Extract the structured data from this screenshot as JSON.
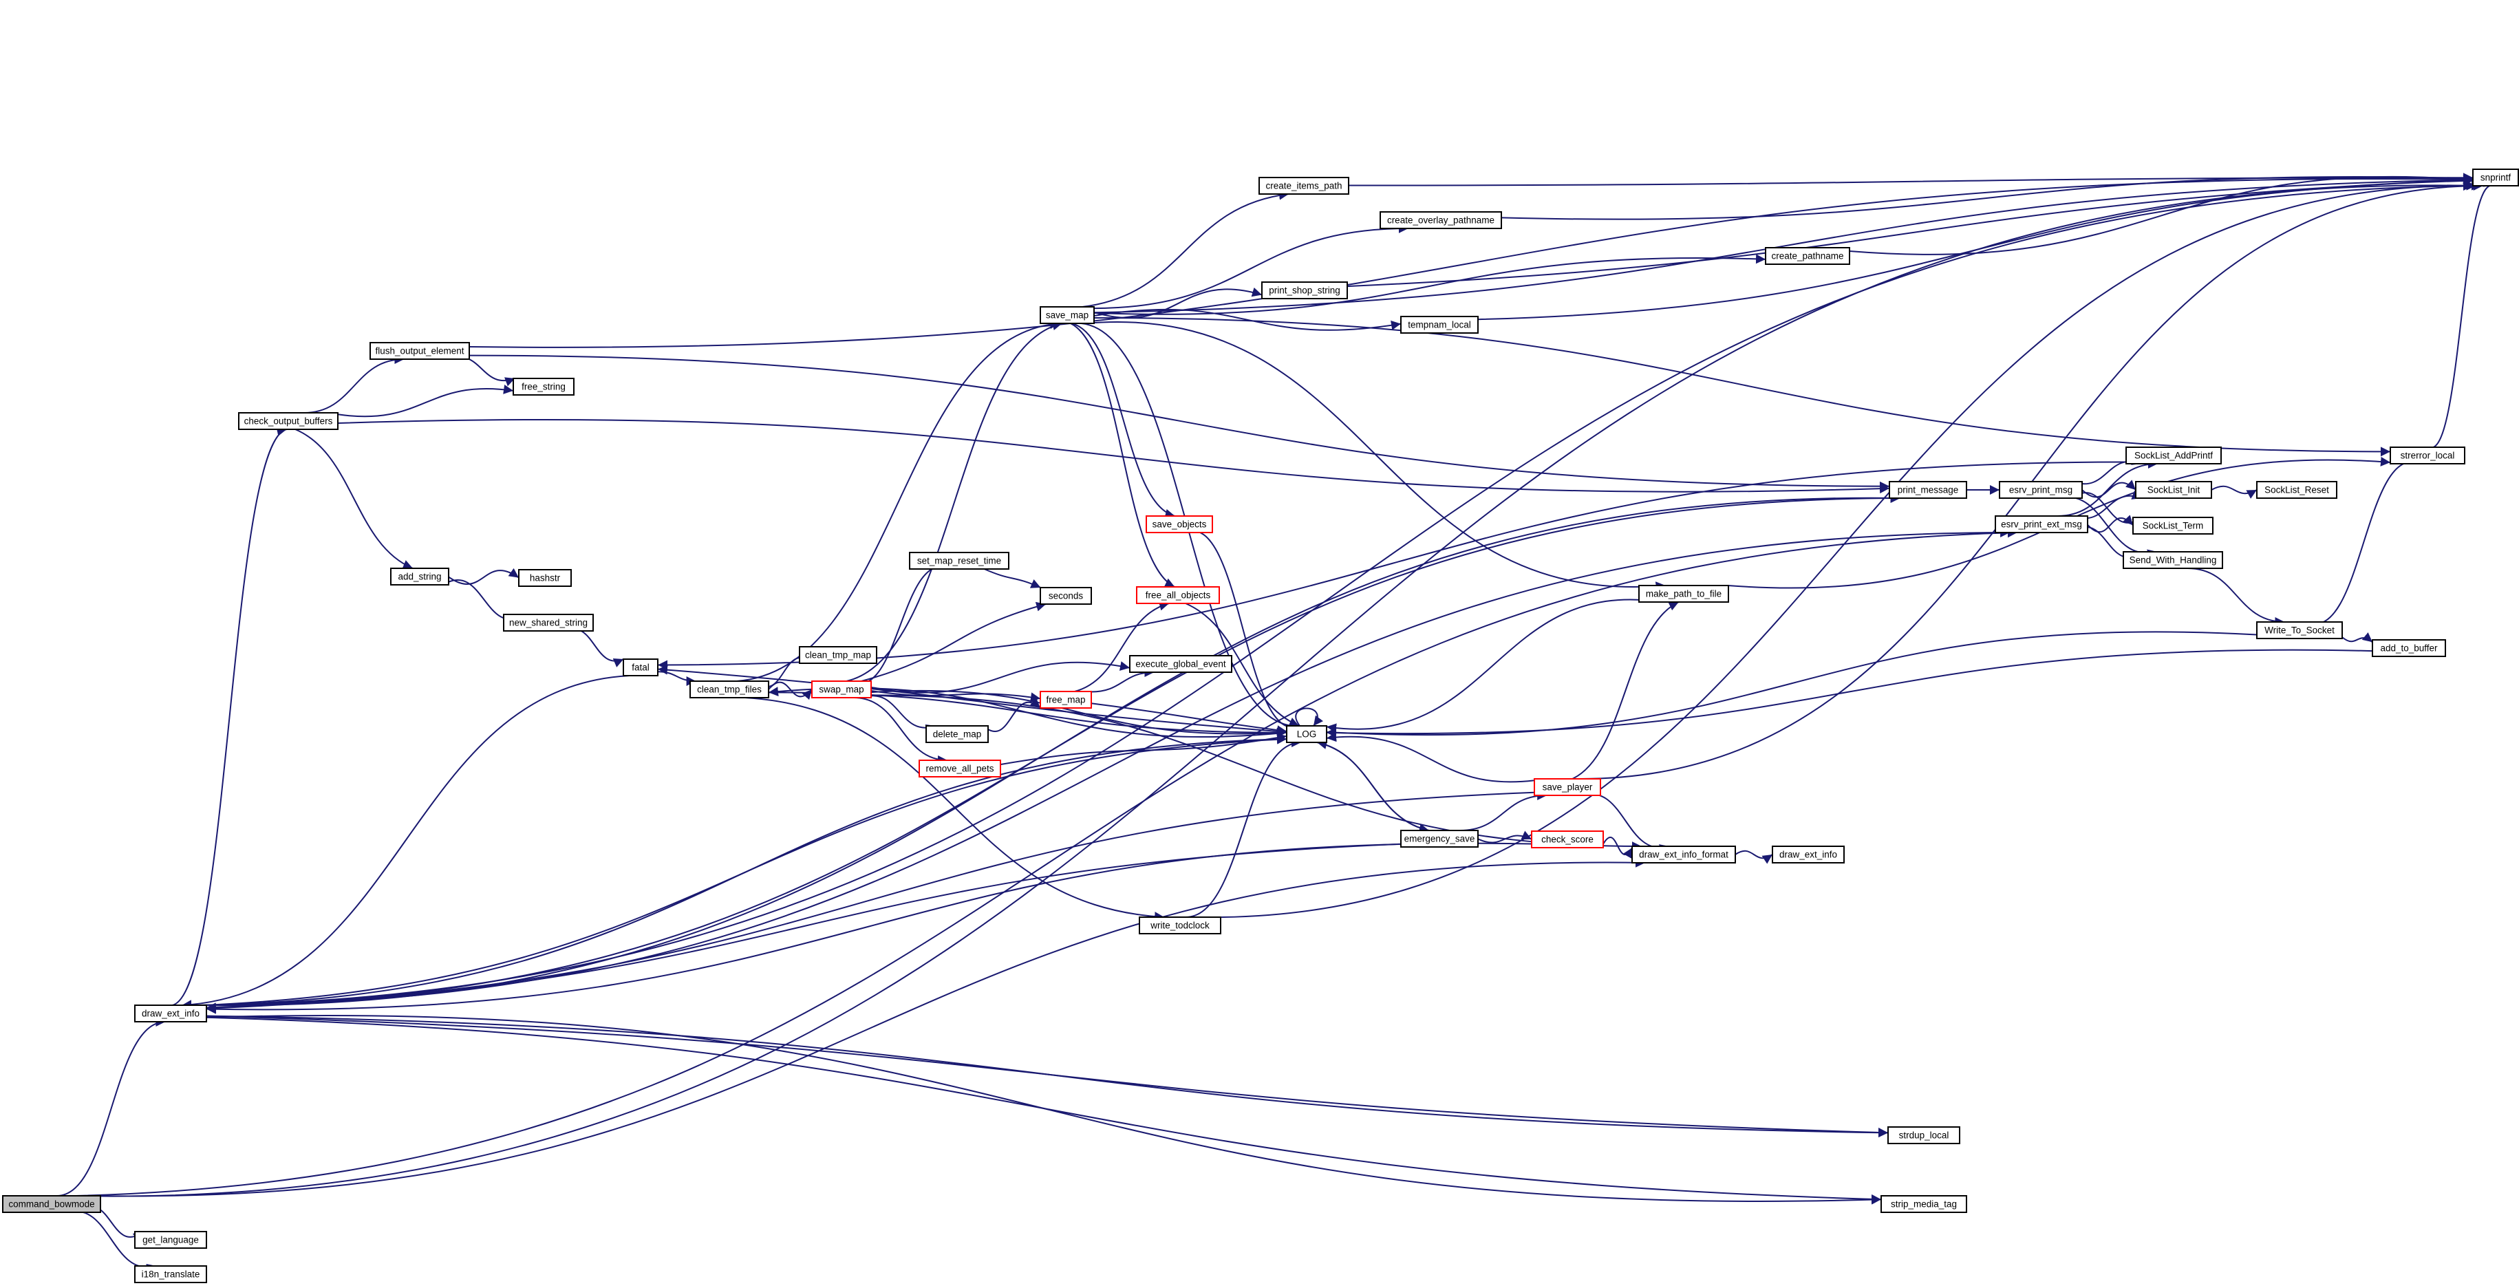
{
  "diagram": {
    "type": "call-graph",
    "colors": {
      "edge": "#191970",
      "node_border": "#000000",
      "node_fill": "#ffffff",
      "focus_fill": "#bfbfbf",
      "truncated_border": "#ff0000"
    },
    "nodes": [
      {
        "id": "command_bowmode",
        "label": "command_bowmode",
        "style": "focus"
      },
      {
        "id": "get_language",
        "label": "get_language"
      },
      {
        "id": "i18n_translate",
        "label": "i18n_translate"
      },
      {
        "id": "draw_ext_info",
        "label": "draw_ext_info"
      },
      {
        "id": "check_output_buffers",
        "label": "check_output_buffers"
      },
      {
        "id": "flush_output_element",
        "label": "flush_output_element"
      },
      {
        "id": "free_string",
        "label": "free_string"
      },
      {
        "id": "add_string",
        "label": "add_string"
      },
      {
        "id": "hashstr",
        "label": "hashstr"
      },
      {
        "id": "new_shared_string",
        "label": "new_shared_string"
      },
      {
        "id": "fatal",
        "label": "fatal"
      },
      {
        "id": "clean_tmp_files",
        "label": "clean_tmp_files"
      },
      {
        "id": "clean_tmp_map",
        "label": "clean_tmp_map"
      },
      {
        "id": "swap_map",
        "label": "swap_map",
        "style": "truncated"
      },
      {
        "id": "set_map_reset_time",
        "label": "set_map_reset_time"
      },
      {
        "id": "seconds",
        "label": "seconds"
      },
      {
        "id": "delete_map",
        "label": "delete_map"
      },
      {
        "id": "remove_all_pets",
        "label": "remove_all_pets",
        "style": "truncated"
      },
      {
        "id": "free_map",
        "label": "free_map",
        "style": "truncated"
      },
      {
        "id": "free_all_objects",
        "label": "free_all_objects",
        "style": "truncated"
      },
      {
        "id": "execute_global_event",
        "label": "execute_global_event"
      },
      {
        "id": "save_objects",
        "label": "save_objects",
        "style": "truncated"
      },
      {
        "id": "save_map",
        "label": "save_map"
      },
      {
        "id": "create_items_path",
        "label": "create_items_path"
      },
      {
        "id": "create_overlay_pathname",
        "label": "create_overlay_pathname"
      },
      {
        "id": "create_pathname",
        "label": "create_pathname"
      },
      {
        "id": "print_shop_string",
        "label": "print_shop_string"
      },
      {
        "id": "tempnam_local",
        "label": "tempnam_local"
      },
      {
        "id": "LOG",
        "label": "LOG"
      },
      {
        "id": "emergency_save",
        "label": "emergency_save"
      },
      {
        "id": "save_player",
        "label": "save_player",
        "style": "truncated"
      },
      {
        "id": "check_score",
        "label": "check_score",
        "style": "truncated"
      },
      {
        "id": "write_todclock",
        "label": "write_todclock"
      },
      {
        "id": "make_path_to_file",
        "label": "make_path_to_file"
      },
      {
        "id": "draw_ext_info_format",
        "label": "draw_ext_info_format"
      },
      {
        "id": "print_message",
        "label": "print_message"
      },
      {
        "id": "esrv_print_msg",
        "label": "esrv_print_msg"
      },
      {
        "id": "esrv_print_ext_msg",
        "label": "esrv_print_ext_msg"
      },
      {
        "id": "SockList_AddPrintf",
        "label": "SockList_AddPrintf"
      },
      {
        "id": "SockList_Init",
        "label": "SockList_Init"
      },
      {
        "id": "SockList_Reset",
        "label": "SockList_Reset"
      },
      {
        "id": "SockList_Term",
        "label": "SockList_Term"
      },
      {
        "id": "Send_With_Handling",
        "label": "Send_With_Handling"
      },
      {
        "id": "Write_To_Socket",
        "label": "Write_To_Socket"
      },
      {
        "id": "add_to_buffer",
        "label": "add_to_buffer"
      },
      {
        "id": "strerror_local",
        "label": "strerror_local"
      },
      {
        "id": "snprintf",
        "label": "snprintf"
      },
      {
        "id": "strdup_local",
        "label": "strdup_local"
      },
      {
        "id": "strip_media_tag",
        "label": "strip_media_tag"
      }
    ],
    "edges": [
      [
        "command_bowmode",
        "get_language"
      ],
      [
        "command_bowmode",
        "i18n_translate"
      ],
      [
        "command_bowmode",
        "draw_ext_info"
      ],
      [
        "command_bowmode",
        "draw_ext_info_format"
      ],
      [
        "command_bowmode",
        "snprintf"
      ],
      [
        "command_bowmode",
        "esrv_print_ext_msg"
      ],
      [
        "draw_ext_info",
        "check_output_buffers"
      ],
      [
        "draw_ext_info",
        "print_message"
      ],
      [
        "draw_ext_info",
        "strdup_local"
      ],
      [
        "draw_ext_info",
        "strip_media_tag"
      ],
      [
        "draw_ext_info",
        "LOG"
      ],
      [
        "draw_ext_info",
        "snprintf"
      ],
      [
        "check_output_buffers",
        "flush_output_element"
      ],
      [
        "check_output_buffers",
        "free_string"
      ],
      [
        "check_output_buffers",
        "add_string"
      ],
      [
        "check_output_buffers",
        "print_message"
      ],
      [
        "flush_output_element",
        "free_string"
      ],
      [
        "flush_output_element",
        "print_message"
      ],
      [
        "flush_output_element",
        "snprintf"
      ],
      [
        "add_string",
        "hashstr"
      ],
      [
        "add_string",
        "new_shared_string"
      ],
      [
        "new_shared_string",
        "fatal"
      ],
      [
        "fatal",
        "clean_tmp_files"
      ],
      [
        "fatal",
        "draw_ext_info"
      ],
      [
        "clean_tmp_files",
        "clean_tmp_map"
      ],
      [
        "clean_tmp_files",
        "swap_map"
      ],
      [
        "clean_tmp_files",
        "save_map"
      ],
      [
        "clean_tmp_files",
        "LOG"
      ],
      [
        "clean_tmp_files",
        "write_todclock"
      ],
      [
        "swap_map",
        "set_map_reset_time"
      ],
      [
        "swap_map",
        "seconds"
      ],
      [
        "swap_map",
        "delete_map"
      ],
      [
        "swap_map",
        "remove_all_pets"
      ],
      [
        "swap_map",
        "free_map"
      ],
      [
        "swap_map",
        "execute_global_event"
      ],
      [
        "swap_map",
        "save_map"
      ],
      [
        "swap_map",
        "LOG"
      ],
      [
        "swap_map",
        "draw_ext_info_format"
      ],
      [
        "set_map_reset_time",
        "seconds"
      ],
      [
        "delete_map",
        "free_map"
      ],
      [
        "remove_all_pets",
        "LOG"
      ],
      [
        "free_map",
        "free_all_objects"
      ],
      [
        "free_map",
        "execute_global_event"
      ],
      [
        "free_map",
        "LOG"
      ],
      [
        "free_all_objects",
        "LOG"
      ],
      [
        "save_objects",
        "LOG"
      ],
      [
        "save_map",
        "create_items_path"
      ],
      [
        "save_map",
        "create_overlay_pathname"
      ],
      [
        "save_map",
        "create_pathname"
      ],
      [
        "save_map",
        "print_shop_string"
      ],
      [
        "save_map",
        "tempnam_local"
      ],
      [
        "save_map",
        "snprintf"
      ],
      [
        "save_map",
        "strerror_local"
      ],
      [
        "save_map",
        "save_objects"
      ],
      [
        "save_map",
        "free_all_objects"
      ],
      [
        "save_map",
        "make_path_to_file"
      ],
      [
        "save_map",
        "LOG"
      ],
      [
        "create_items_path",
        "snprintf"
      ],
      [
        "create_overlay_pathname",
        "snprintf"
      ],
      [
        "create_pathname",
        "snprintf"
      ],
      [
        "print_shop_string",
        "snprintf"
      ],
      [
        "tempnam_local",
        "snprintf"
      ],
      [
        "LOG",
        "LOG"
      ],
      [
        "LOG",
        "emergency_save"
      ],
      [
        "LOG",
        "clean_tmp_files"
      ],
      [
        "LOG",
        "fatal"
      ],
      [
        "emergency_save",
        "LOG"
      ],
      [
        "emergency_save",
        "save_player"
      ],
      [
        "emergency_save",
        "check_score"
      ],
      [
        "emergency_save",
        "draw_ext_info"
      ],
      [
        "save_player",
        "make_path_to_file"
      ],
      [
        "save_player",
        "draw_ext_info_format"
      ],
      [
        "save_player",
        "snprintf"
      ],
      [
        "save_player",
        "LOG"
      ],
      [
        "save_player",
        "draw_ext_info"
      ],
      [
        "check_score",
        "draw_ext_info_format"
      ],
      [
        "check_score",
        "draw_ext_info"
      ],
      [
        "write_todclock",
        "LOG"
      ],
      [
        "write_todclock",
        "snprintf"
      ],
      [
        "make_path_to_file",
        "strerror_local"
      ],
      [
        "make_path_to_file",
        "LOG"
      ],
      [
        "draw_ext_info_format",
        "draw_ext_info"
      ],
      [
        "draw_ext_info",
        "esrv_print_ext_msg"
      ],
      [
        "draw_ext_info",
        "print_message"
      ],
      [
        "draw_ext_info",
        "strdup_local"
      ],
      [
        "draw_ext_info",
        "strip_media_tag"
      ],
      [
        "draw_ext_info",
        "LOG"
      ],
      [
        "print_message",
        "esrv_print_msg"
      ],
      [
        "esrv_print_msg",
        "SockList_AddPrintf"
      ],
      [
        "esrv_print_msg",
        "SockList_Init"
      ],
      [
        "esrv_print_msg",
        "SockList_Term"
      ],
      [
        "esrv_print_msg",
        "Send_With_Handling"
      ],
      [
        "esrv_print_ext_msg",
        "SockList_AddPrintf"
      ],
      [
        "esrv_print_ext_msg",
        "SockList_Init"
      ],
      [
        "esrv_print_ext_msg",
        "SockList_Term"
      ],
      [
        "esrv_print_ext_msg",
        "Send_With_Handling"
      ],
      [
        "SockList_Init",
        "SockList_Reset"
      ],
      [
        "Send_With_Handling",
        "Write_To_Socket"
      ],
      [
        "Write_To_Socket",
        "add_to_buffer"
      ],
      [
        "Write_To_Socket",
        "strerror_local"
      ],
      [
        "Write_To_Socket",
        "LOG"
      ],
      [
        "add_to_buffer",
        "LOG"
      ],
      [
        "SockList_AddPrintf",
        "fatal"
      ],
      [
        "strerror_local",
        "snprintf"
      ]
    ]
  }
}
